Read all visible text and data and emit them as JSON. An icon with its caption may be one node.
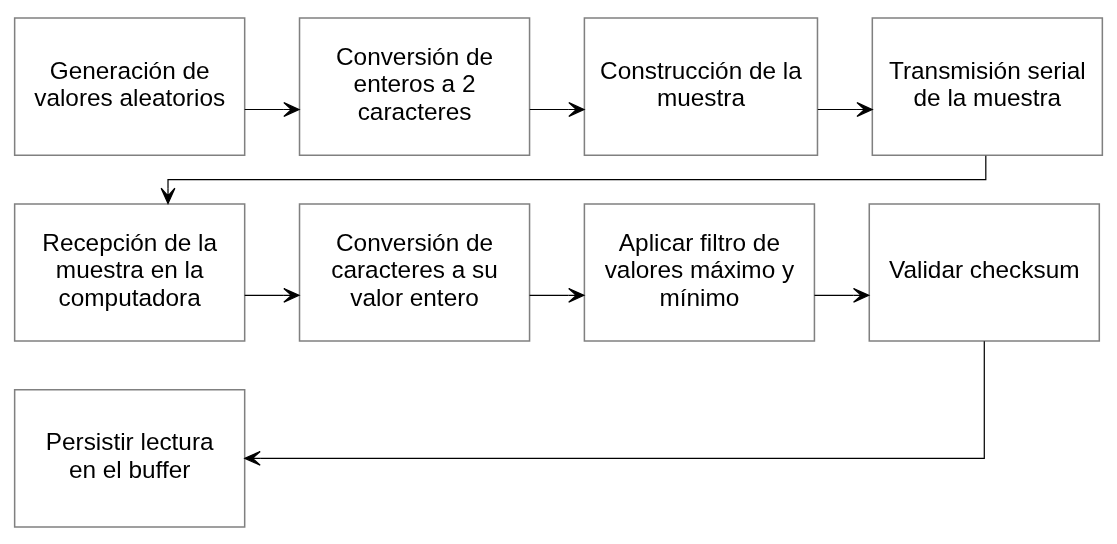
{
  "diagram": {
    "nodes": [
      {
        "text": [
          "Generación de valores aleatorios"
        ]
      },
      {
        "text": [
          "Conversión de enteros a 2 caracteres"
        ]
      },
      {
        "text": [
          "Construcción de la muestra"
        ]
      },
      {
        "text": [
          "Transmisión serial de la muestra"
        ]
      },
      {
        "text": [
          "Recepción de la muestra en la computadora"
        ]
      },
      {
        "text": [
          "Conversión de caracteres a su valor entero"
        ]
      },
      {
        "text": [
          "Aplicar filtro de valores máximo y mínimo"
        ]
      },
      {
        "text": [
          "Validar checksum"
        ]
      },
      {
        "text": [
          "Persistir lectura en el buffer"
        ]
      }
    ],
    "edges": [
      {
        "from": 0,
        "to": 1,
        "arrow": "to"
      },
      {
        "from": 1,
        "to": 2,
        "arrow": "to"
      },
      {
        "from": 2,
        "to": 3,
        "arrow": "to"
      },
      {
        "from": 3,
        "to": 4,
        "arrow": "to"
      },
      {
        "from": 4,
        "to": 5,
        "arrow": "to"
      },
      {
        "from": 5,
        "to": 6,
        "arrow": "to"
      },
      {
        "from": 6,
        "to": 7,
        "arrow": "to"
      },
      {
        "from": 7,
        "to": 8,
        "arrow": "to"
      }
    ]
  }
}
